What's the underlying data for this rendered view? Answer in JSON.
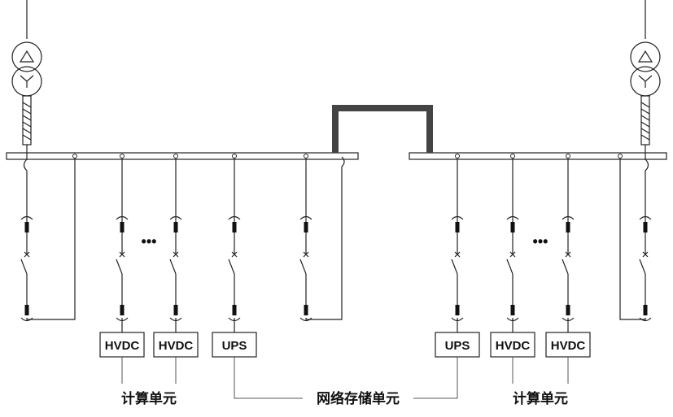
{
  "modules": {
    "left": [
      "HVDC",
      "HVDC",
      "UPS"
    ],
    "right": [
      "UPS",
      "HVDC",
      "HVDC"
    ]
  },
  "labels": {
    "compute_left": "计算单元",
    "network_storage": "网络存储单元",
    "compute_right": "计算单元"
  },
  "ellipsis": "•••",
  "colors": {
    "line": "#222222",
    "tie": "#444444"
  }
}
